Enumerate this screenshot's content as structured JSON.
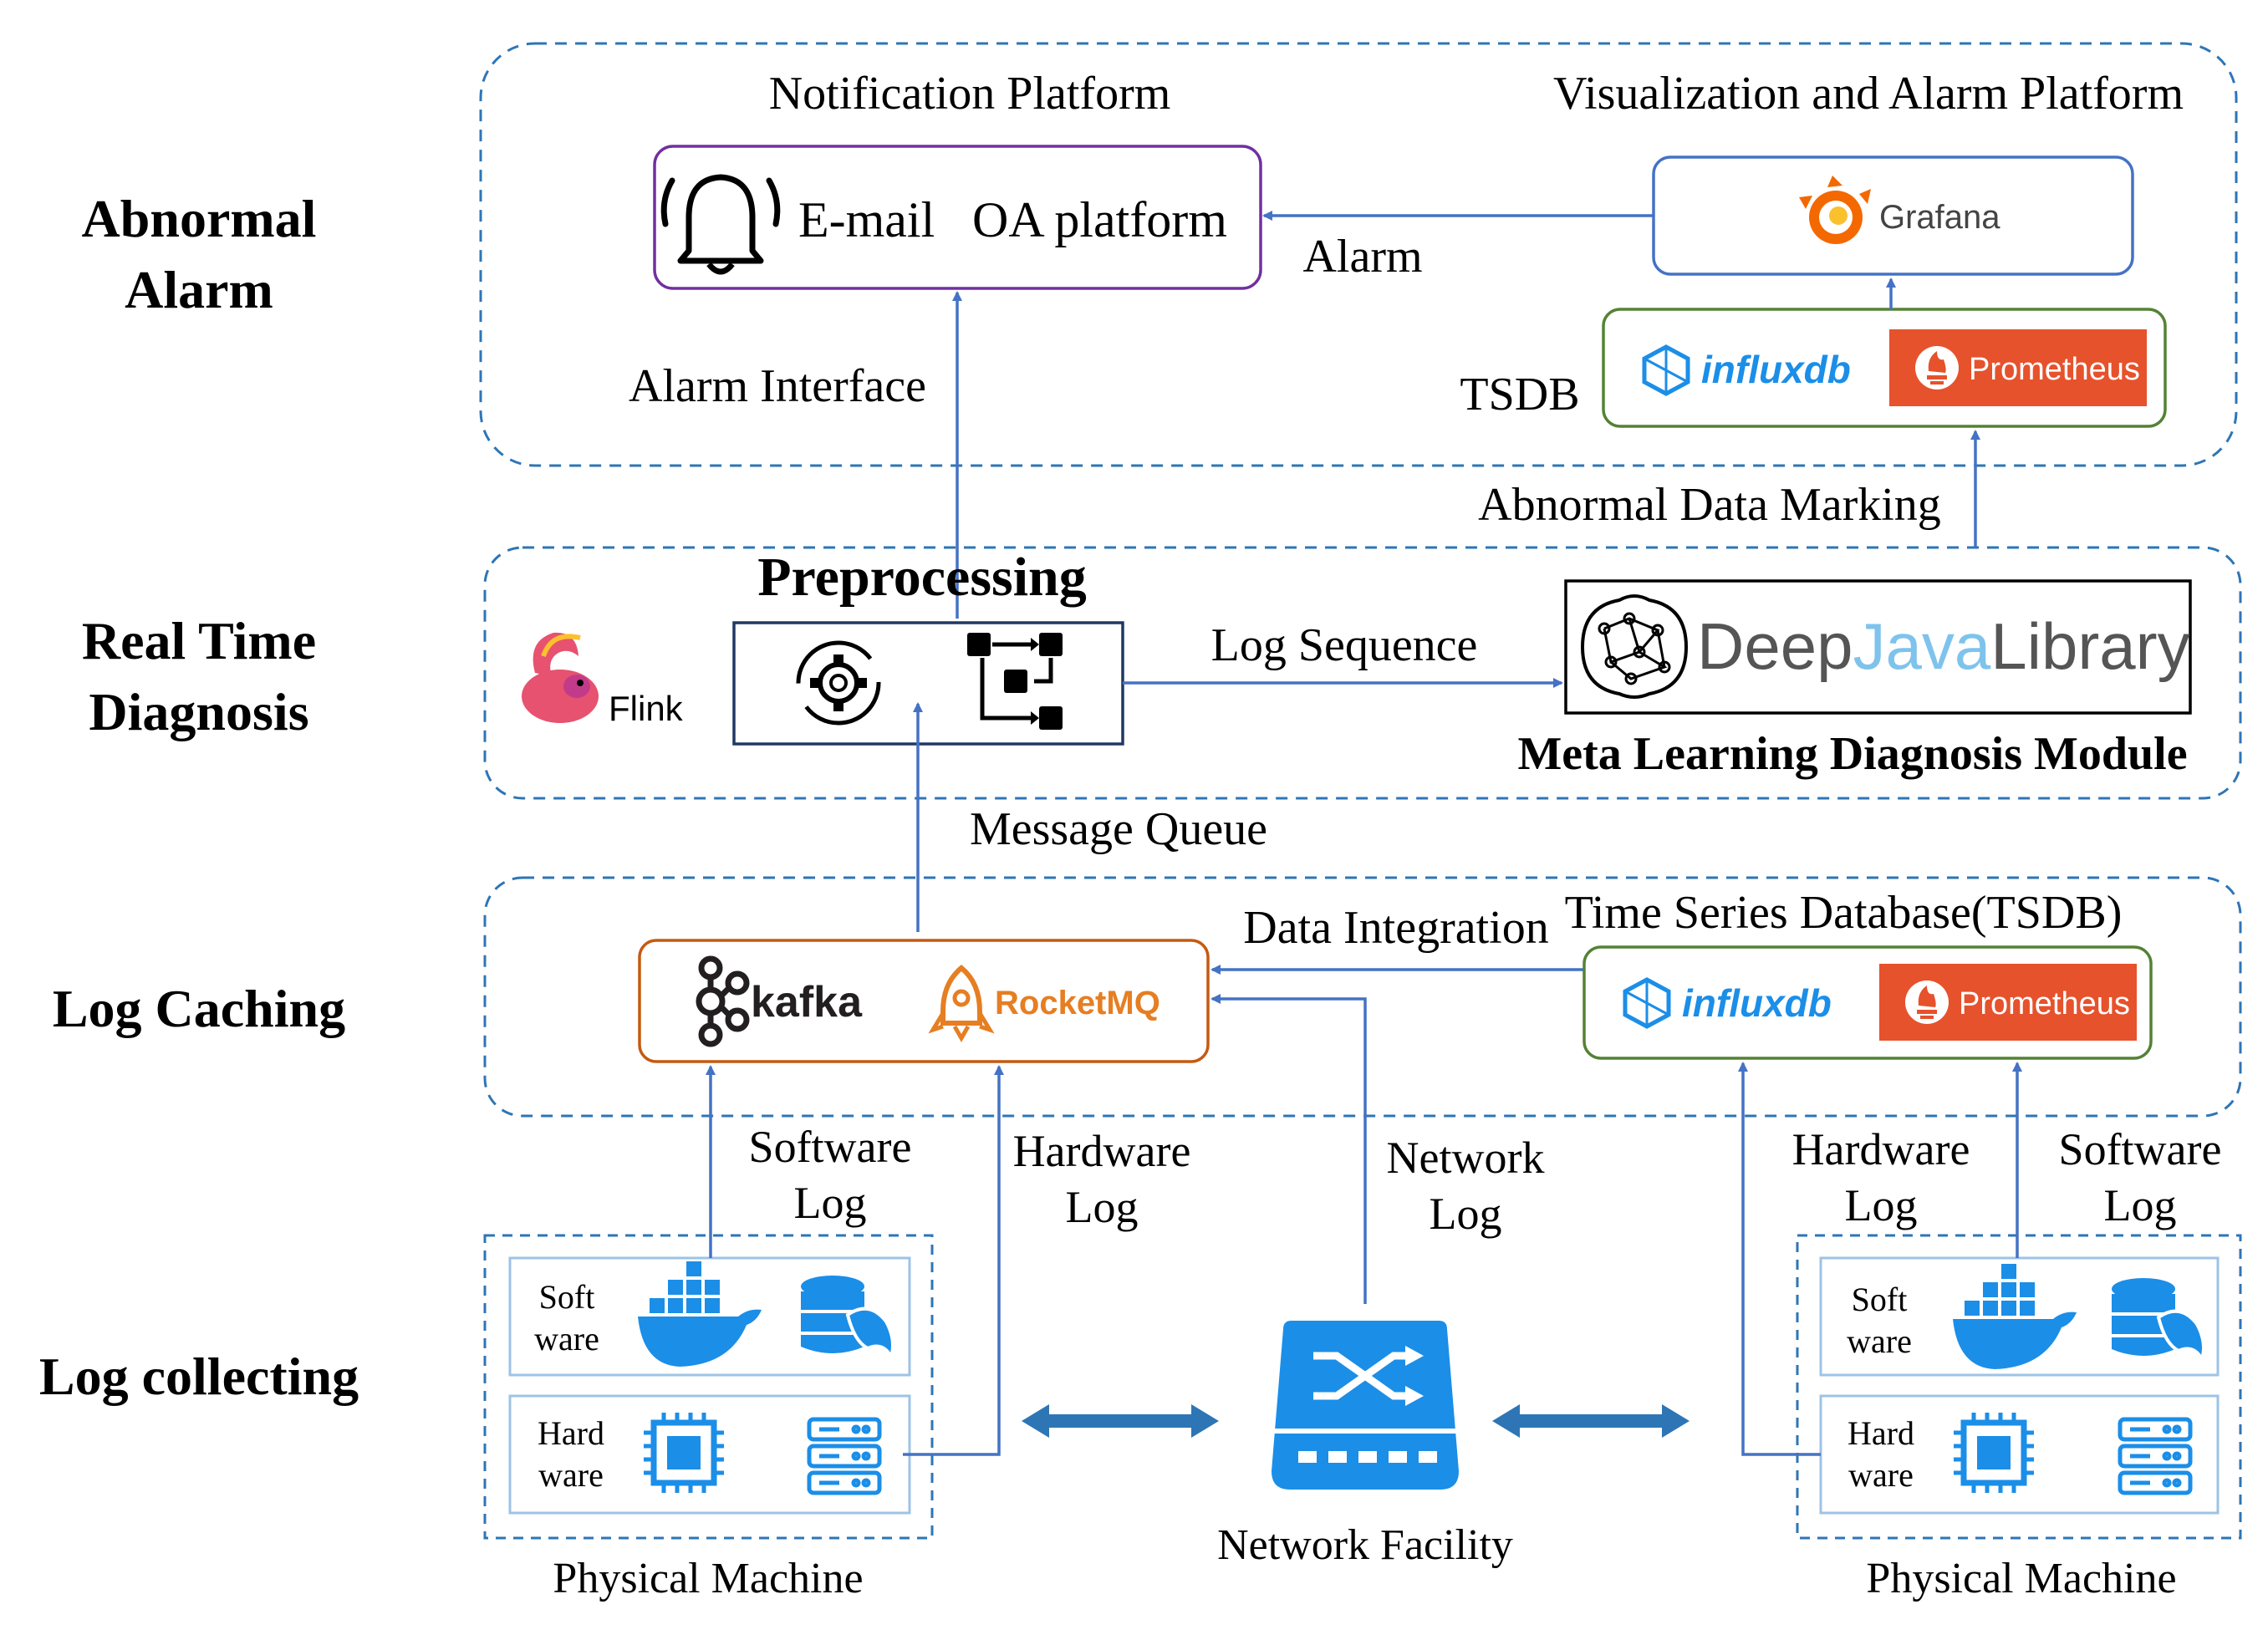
{
  "layers": {
    "abnormal_alarm_line1": "Abnormal",
    "abnormal_alarm_line2": "Alarm",
    "real_time_line1": "Real Time",
    "real_time_line2": "Diagnosis",
    "log_caching": "Log Caching",
    "log_collecting": "Log collecting"
  },
  "alarm": {
    "notification_title": "Notification Platform",
    "visualization_title": "Visualization and Alarm Platform",
    "email": "E-mail",
    "oa_platform": "OA platform",
    "alarm_label": "Alarm",
    "alarm_interface": "Alarm Interface",
    "tsdb": "TSDB",
    "grafana": "Grafana",
    "influxdb": "influxdb",
    "prometheus": "Prometheus"
  },
  "diagnosis": {
    "abnormal_data_marking": "Abnormal Data Marking",
    "preprocessing": "Preprocessing",
    "flink": "Flink",
    "log_sequence": "Log Sequence",
    "djl_deep": "Deep",
    "djl_java": "Java",
    "djl_library": "Library",
    "meta_learning": "Meta Learning Diagnosis Module"
  },
  "caching": {
    "message_queue": "Message Queue",
    "data_integration": "Data Integration",
    "tsdb_full": "Time Series Database(TSDB)",
    "kafka": "kafka",
    "rocketmq": "RocketMQ",
    "influxdb": "influxdb",
    "prometheus": "Prometheus"
  },
  "collecting": {
    "software_log_left_1": "Software",
    "software_log_left_2": "Log",
    "hardware_log_left_1": "Hardware",
    "hardware_log_left_2": "Log",
    "network_log_1": "Network",
    "network_log_2": "Log",
    "hardware_log_right_1": "Hardware",
    "hardware_log_right_2": "Log",
    "software_log_right_1": "Software",
    "software_log_right_2": "Log",
    "soft_1": "Soft",
    "soft_2": "ware",
    "hard_1": "Hard",
    "hard_2": "ware",
    "physical_machine": "Physical Machine",
    "network_facility": "Network Facility"
  },
  "colors": {
    "dash_blue": "#2e75b6",
    "arrow_blue": "#4472c4",
    "purple": "#7030a0",
    "orange": "#c55a11",
    "green": "#548235",
    "navy": "#1f3864",
    "icon_blue": "#1b8ee8",
    "prometheus_red": "#e6522c",
    "grafana_orange": "#f46800",
    "kafka_dark": "#231f20",
    "rocketmq_orange": "#e67e22"
  }
}
